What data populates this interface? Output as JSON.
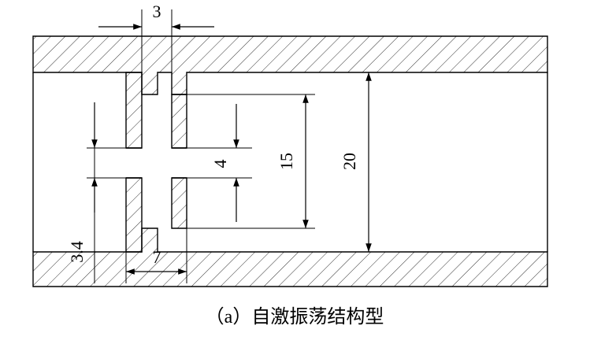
{
  "dimensions": {
    "slot_width": "3",
    "inlet_width": "4",
    "chamber_width": "15",
    "pipe_diameter": "20",
    "wall_thickness": "3.4",
    "cavity_length": "7"
  },
  "caption": "（a）自激振荡结构型",
  "colors": {
    "line": "#000000",
    "background": "#ffffff"
  }
}
